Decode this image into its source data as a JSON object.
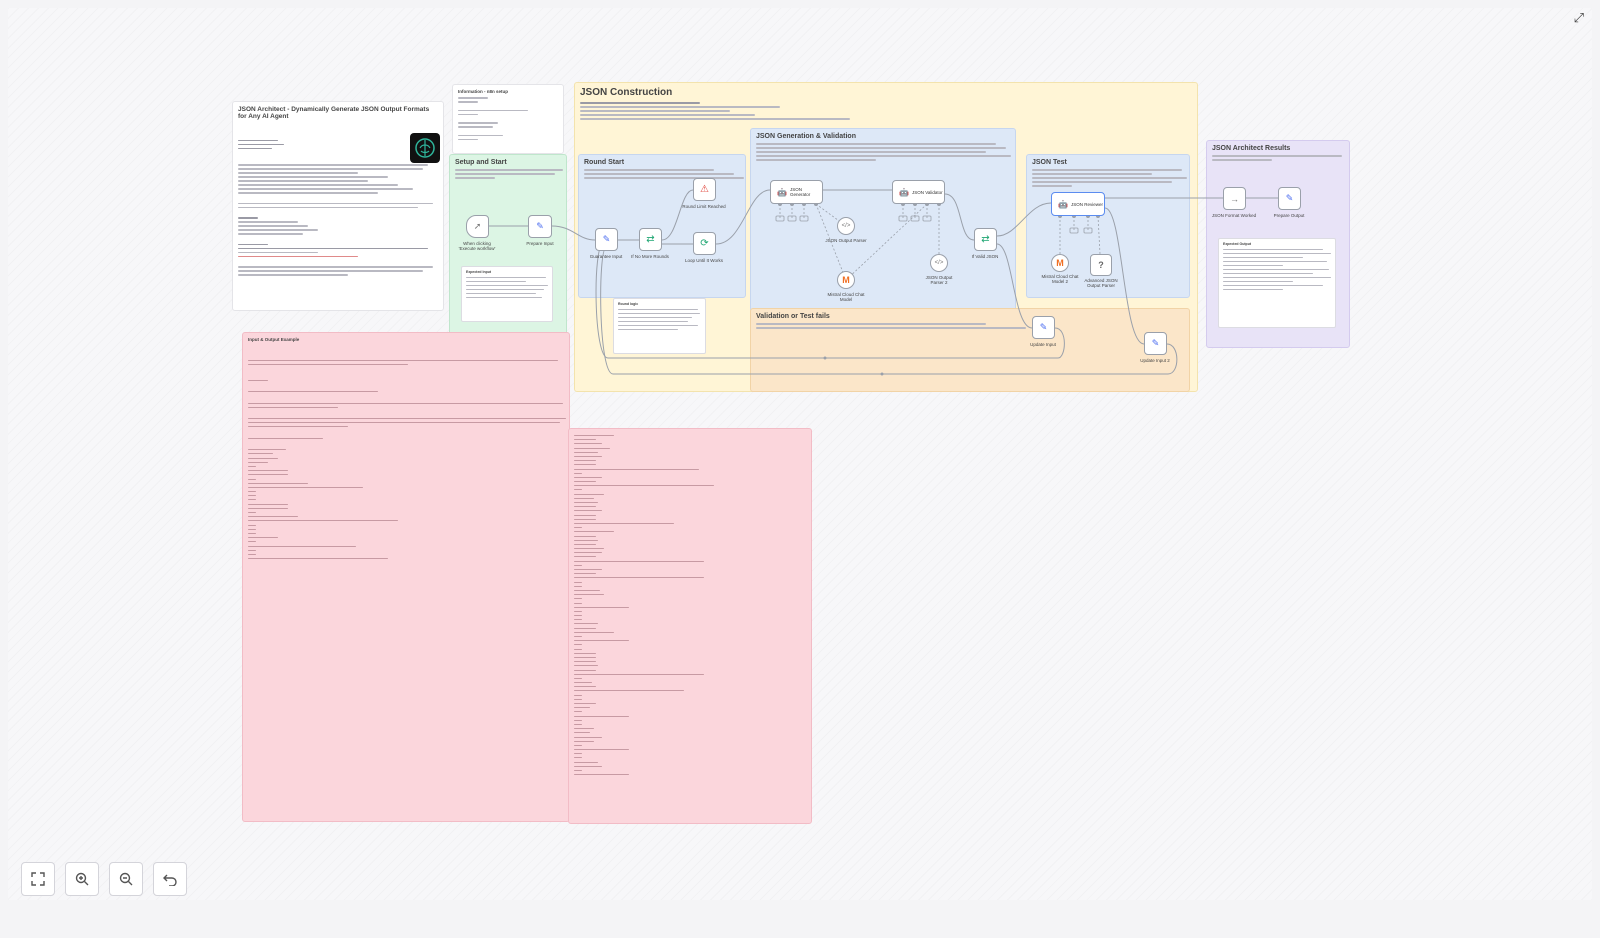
{
  "notes": {
    "intro_title": "JSON Architect - Dynamically Generate JSON Output Formats for Any AI Agent",
    "info_title": "Information - n8n setup",
    "setup_title": "Setup and Start",
    "construction_title": "JSON Construction",
    "round_start_title": "Round Start",
    "generation_title": "JSON Generation & Validation",
    "json_test_title": "JSON Test",
    "validation_fails_title": "Validation or Test fails",
    "results_title": "JSON Architect Results",
    "io_title": "Input & Output Example",
    "expected_input_title": "Expected Input",
    "expected_output_title": "Expected Output",
    "round_logic_title": "Round logic"
  },
  "nodes": {
    "trigger": "When clicking 'Execute workflow'",
    "prepare_input": "Prepare Input",
    "guarantee_input": "Guarantee Input",
    "if_no_more_rounds": "If No More Rounds",
    "round_limit": "Round Limit Reached",
    "loop_until": "Loop Until It Works",
    "json_generator": "JSON Generator",
    "json_output_parser": "JSON Output Parser",
    "mistral_model": "Mistral Cloud Chat Model",
    "json_validator": "JSON Validator",
    "json_output_parser_2": "JSON Output Parser 2",
    "if_valid_json": "If Valid JSON",
    "json_reviewer": "JSON Reviewer",
    "mistral_model_2": "Mistral Cloud Chat Model 2",
    "advanced_parser": "Advanced JSON Output Parser",
    "update_input": "Update Input",
    "update_input_2": "Update Input 2",
    "json_format_worked": "JSON Format Worked",
    "prepare_output": "Prepare Output"
  },
  "icons": {
    "trigger": "cursor-click-icon",
    "edit": "pencil-icon",
    "if": "branch-icon",
    "warning": "warning-triangle-icon",
    "loop": "refresh-icon",
    "agent": "robot-icon",
    "parser": "code-brackets-icon",
    "mistral": "mistral-logo-icon",
    "question": "question-icon",
    "arrow": "arrow-right-icon"
  },
  "colors": {
    "white_note": "#ffffff",
    "green_note": "#dcf5e4",
    "yellow_note": "#fff5d6",
    "blue_note": "#dde8f7",
    "orange_note": "#fbe6c9",
    "purple_note": "#e8e3f7",
    "pink_note": "#fbd6dc",
    "wire": "#9aa0aa",
    "mistral": "#f06f23",
    "warning": "#e0443a",
    "if_green": "#1ea672",
    "edit_blue": "#4a6cf0"
  },
  "controls": {
    "fit_view": "fit-view-icon",
    "zoom_in": "zoom-in-icon",
    "zoom_out": "zoom-out-icon",
    "reset": "undo-icon",
    "fullscreen": "expand-icon"
  }
}
